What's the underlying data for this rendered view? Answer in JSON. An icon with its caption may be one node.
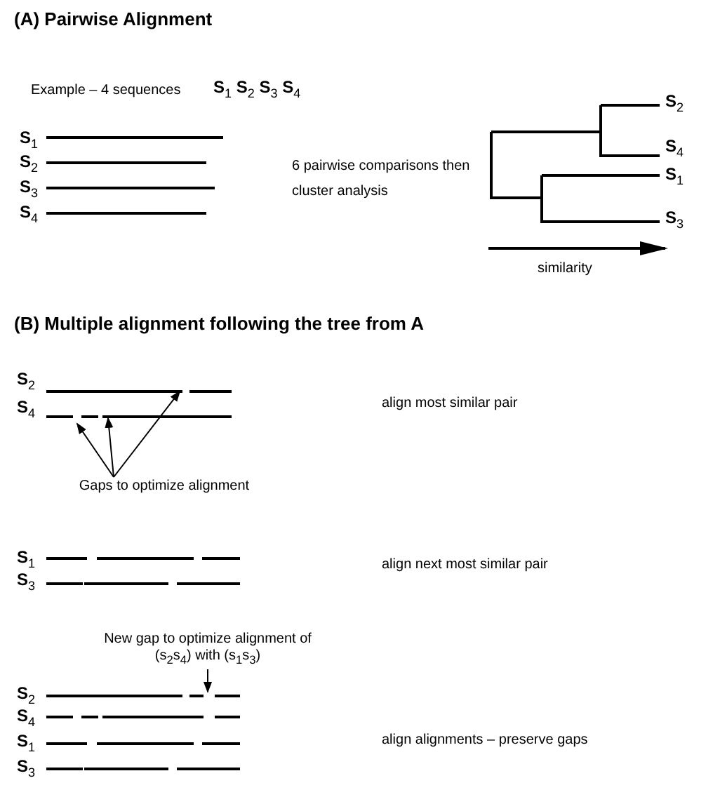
{
  "diagram": {
    "nodes": [
      {
        "text": [
          "Gaps to optimize alignment"
        ]
      },
      {
        "text": [
          "New gap to optimize alignment of (s$_{2}$s$_{4}$) with (s$_{1}$s$_{3}$)"
        ]
      }
    ],
    "edges": [
      {
        "from": 0,
        "to": null,
        "arrow": "to"
      },
      {
        "from": 0,
        "to": null,
        "arrow": "to"
      },
      {
        "from": 0,
        "to": null,
        "arrow": "to"
      },
      {
        "from": 1,
        "to": null,
        "arrow": "to"
      }
    ],
    "labels": [
      "(A) Pairwise Alignment",
      "Example – 4 sequences",
      "S$_{1}$ S$_{2}$ S$_{3}$ S$_{4}$",
      "S$_{2}$",
      "S$_{1}$",
      "S$_{2}$",
      "6 pairwise comparisons then cluster analysis",
      "S$_{4}$",
      "S$_{3}$",
      "S$_{1}$",
      "S$_{4}$",
      "S$_{3}$",
      "similarity",
      "(B) Multiple alignment following the tree from A",
      "S$_{2}$",
      "S$_{4}$",
      "align most similar pair",
      "S$_{1}$",
      "S$_{3}$",
      "align next most similar pair",
      "S$_{2}$",
      "S$_{4}$",
      "S$_{1}$",
      "S$_{3}$",
      "align alignments – preserve gaps"
    ]
  }
}
